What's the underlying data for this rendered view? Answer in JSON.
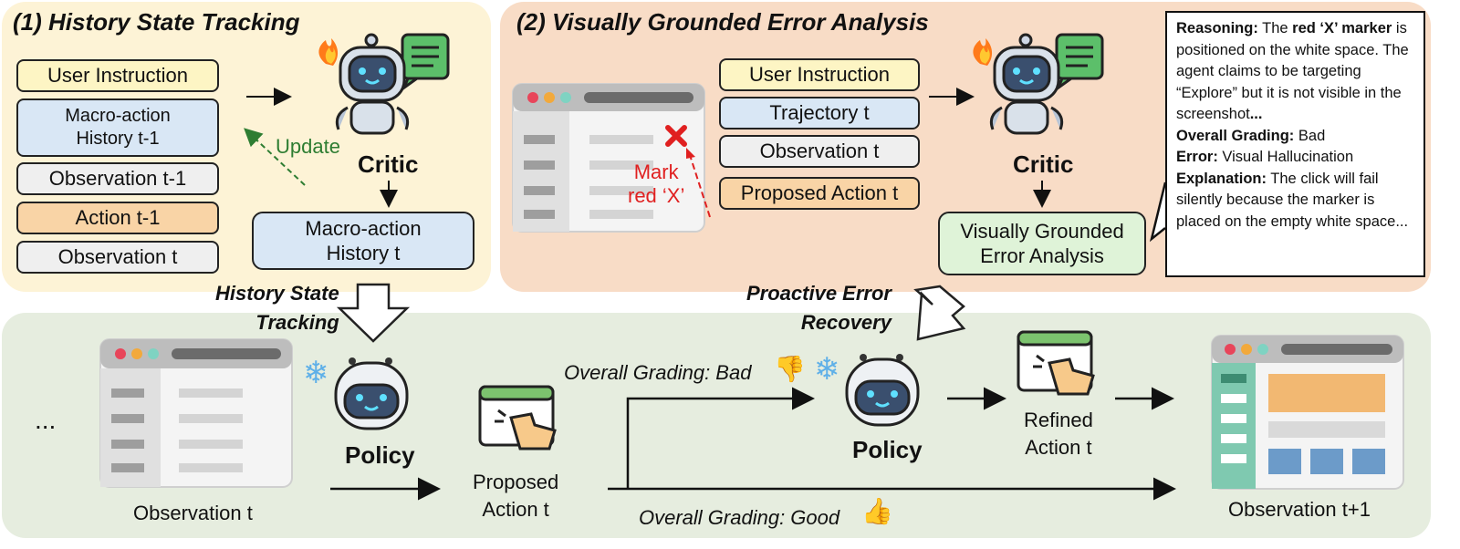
{
  "panel1": {
    "title": "(1) History State Tracking",
    "boxes": {
      "user_instruction": "User Instruction",
      "macro_history_prev_line1": "Macro-action",
      "macro_history_prev_line2": "History t-1",
      "observation_prev": "Observation t-1",
      "action_prev": "Action t-1",
      "observation_t": "Observation t"
    },
    "update_label": "Update",
    "critic_label": "Critic",
    "macro_history_out_line1": "Macro-action",
    "macro_history_out_line2": "History t"
  },
  "panel2": {
    "title": "(2) Visually Grounded Error Analysis",
    "boxes": {
      "user_instruction": "User Instruction",
      "trajectory": "Trajectory t",
      "observation": "Observation t",
      "proposed_action": "Proposed Action t"
    },
    "mark_label_line1": "Mark",
    "mark_label_line2": "red ‘X’",
    "critic_label": "Critic",
    "analysis_line1": "Visually Grounded",
    "analysis_line2": "Error Analysis"
  },
  "reasoning": {
    "reasoning_key": "Reasoning:",
    "reasoning_text_a": " The ",
    "reasoning_bold": "red ‘X’ marker",
    "reasoning_text_b": " is positioned on the white space. The agent claims to be targeting “Explore” but it is not visible in the screenshot",
    "reasoning_ellipsis": "...",
    "grading_key": "Overall Grading:",
    "grading_value": " Bad",
    "error_key": "Error:",
    "error_value": " Visual Hallucination",
    "explanation_key": "Explanation:",
    "explanation_value": " The click will fail silently because the marker is placed on the empty white space..."
  },
  "bottom": {
    "history_tracking_line1": "History State",
    "history_tracking_line2": "Tracking",
    "proactive_line1": "Proactive Error",
    "proactive_line2": "Recovery",
    "ellipsis": "...",
    "observation_t": "Observation t",
    "policy_label": "Policy",
    "proposed_action_line1": "Proposed",
    "proposed_action_line2": "Action t",
    "grading_bad": "Overall Grading: Bad",
    "grading_good": "Overall Grading: Good",
    "refined_line1": "Refined",
    "refined_line2": "Action t",
    "observation_next": "Observation t+1"
  },
  "colors": {
    "panel1_bg": "#fdf3d6",
    "panel2_bg": "#f8dcc6",
    "bottom_bg": "#e6eddf",
    "mark_red": "#e02020",
    "update_green": "#2e7d32"
  }
}
